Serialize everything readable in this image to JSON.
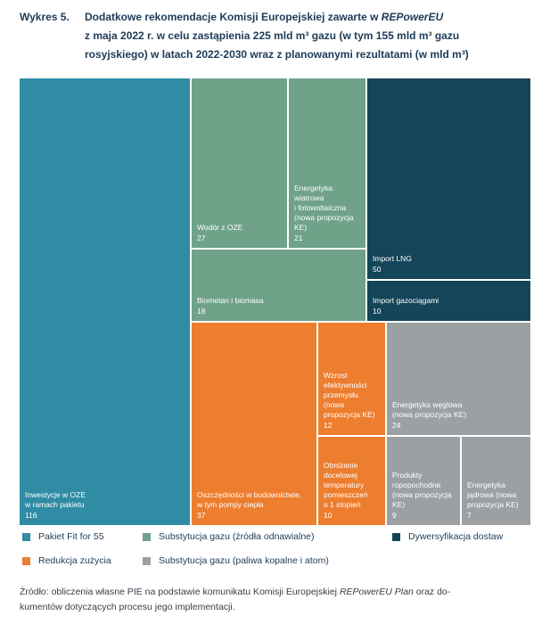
{
  "figure": {
    "label": "Wykres 5.",
    "title_line1_pre": "Dodatkowe rekomendacje Komisji Europejskiej zawarte w ",
    "title_line1_italic": "REPowerEU",
    "title_line2": "z maja 2022 r. w celu zastąpienia 225 mld m³ gazu (w tym 155 mld m³ gazu",
    "title_line3": "rosyjskiego) w latach 2022-2030 wraz z planowanymi rezultatami (w mld m³)"
  },
  "chart_data": {
    "type": "treemap",
    "unit": "mld m³",
    "total_gas_to_replace": 225,
    "russian_gas_share": 155,
    "period": "2022-2030",
    "cells": [
      {
        "label": "Inwestycje w OZE\nw ramach pakietu",
        "value": 116,
        "category": "Pakiet Fit for 55",
        "color": "#2f8ca4"
      },
      {
        "label": "Wodór z OZE",
        "value": 27,
        "category": "Substytucja gazu (źródła odnawialne)",
        "color": "#6fa289"
      },
      {
        "label": "Energetyka\nwiatrowa\ni fotowoltaiczna\n(nowa propozycja KE)",
        "value": 21,
        "category": "Substytucja gazu (źródła odnawialne)",
        "color": "#6fa289"
      },
      {
        "label": "Biometan i biomasa",
        "value": 18,
        "category": "Substytucja gazu (źródła odnawialne)",
        "color": "#6fa289"
      },
      {
        "label": "Import LNG",
        "value": 50,
        "category": "Dywersyfikacja dostaw",
        "color": "#144558"
      },
      {
        "label": "Import gazociągami",
        "value": 10,
        "category": "Dywersyfikacja dostaw",
        "color": "#144558"
      },
      {
        "label": "Oszczędności w budownictwie,\nw tym pompy ciepła",
        "value": 37,
        "category": "Redukcja zużycia",
        "color": "#ed7d2f"
      },
      {
        "label": "Wzrost efektywności\nprzemysłu (nowa\npropozycja KE)",
        "value": 12,
        "category": "Redukcja zużycia",
        "color": "#ed7d2f"
      },
      {
        "label": "Obniżenie docelowej\ntemperatury\npomieszczeń\no 1 stopień",
        "value": 10,
        "category": "Redukcja zużycia",
        "color": "#ed7d2f"
      },
      {
        "label": "Energetyka węglowa\n(nowa propozycja KE)",
        "value": 24,
        "category": "Substytucja gazu (paliwa kopalne i atom)",
        "color": "#9da0a2"
      },
      {
        "label": "Produkty\nropopochodne\n(nowa propozycja KE)",
        "value": 9,
        "category": "Substytucja gazu (paliwa kopalne i atom)",
        "color": "#9da0a2"
      },
      {
        "label": "Energetyka\njądrowa (nowa\npropozycja KE)",
        "value": 7,
        "category": "Substytucja gazu (paliwa kopalne i atom)",
        "color": "#9da0a2"
      }
    ]
  },
  "legend": {
    "items": [
      {
        "label": "Pakiet Fit for 55",
        "color": "#2f8ca4"
      },
      {
        "label": "Substytucja gazu (źródła odnawialne)",
        "color": "#6fa289"
      },
      {
        "label": "Dywersyfikacja dostaw",
        "color": "#144558"
      },
      {
        "label": "Redukcja zużycia",
        "color": "#ed7d2f"
      },
      {
        "label": "Substytucja gazu (paliwa kopalne i atom)",
        "color": "#9da0a2"
      }
    ]
  },
  "source": {
    "line1_pre": "Źródło: obliczenia własne PIE na podstawie komunikatu Komisji Europejskiej ",
    "line1_italic": "REPowerEU Plan",
    "line1_post": " oraz do-",
    "line2": "kumentów dotyczących procesu jego implementacji."
  }
}
